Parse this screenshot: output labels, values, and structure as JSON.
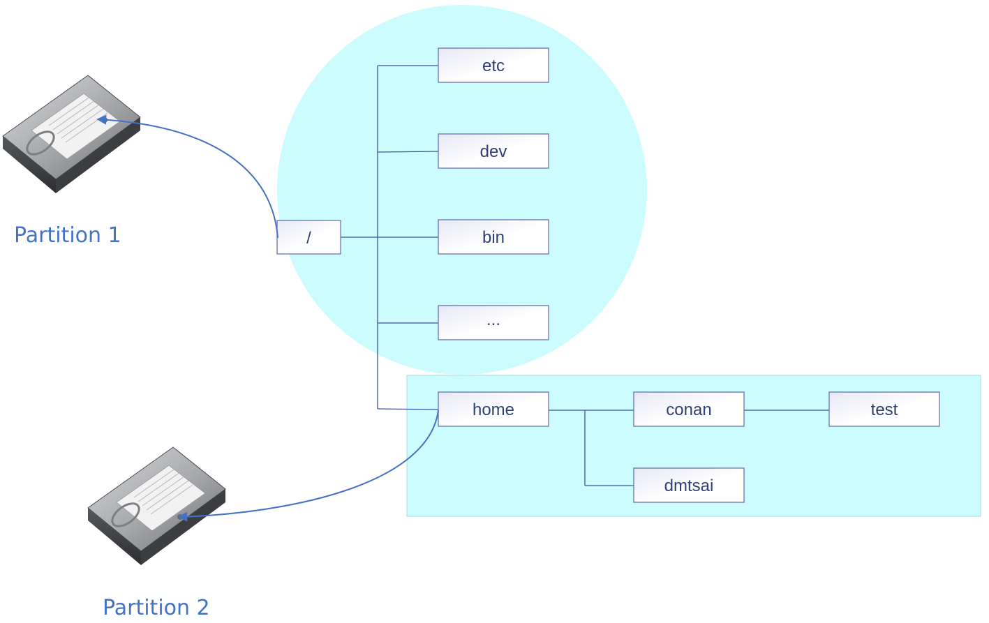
{
  "diagram": {
    "root": "/",
    "top_dirs": [
      "etc",
      "dev",
      "bin",
      "..."
    ],
    "home": "home",
    "home_children": [
      "conan",
      "dmtsai"
    ],
    "conan_child": "test"
  },
  "partitions": {
    "p1_label": "Partition 1",
    "p2_label": "Partition 2"
  },
  "colors": {
    "highlight_fill": "#ccfcfd",
    "node_border": "#6a72b0",
    "node_text": "#2e3f75",
    "mount_line": "#4472c4"
  }
}
